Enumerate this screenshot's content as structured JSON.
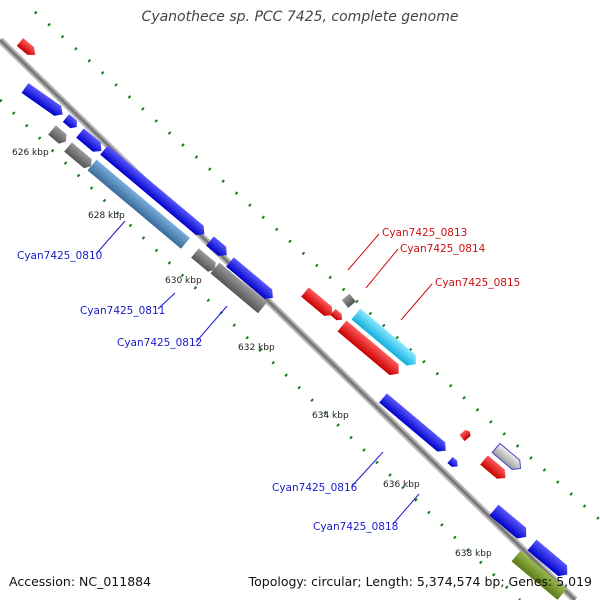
{
  "title": "Cyanothece sp. PCC 7425, complete genome",
  "footer": {
    "accession": "Accession: NC_011884",
    "summary": "Topology: circular; Length: 5,374,574 bp; Genes: 5,019"
  },
  "kbp_labels": [
    "626 kbp",
    "628 kbp",
    "630 kbp",
    "632 kbp",
    "634 kbp",
    "636 kbp",
    "638 kbp"
  ],
  "gene_labels": [
    {
      "text": "Cyan7425_0810",
      "color": "#1a1acc"
    },
    {
      "text": "Cyan7425_0811",
      "color": "#1a1acc"
    },
    {
      "text": "Cyan7425_0812",
      "color": "#1a1acc"
    },
    {
      "text": "Cyan7425_0813",
      "color": "#cc1111"
    },
    {
      "text": "Cyan7425_0814",
      "color": "#cc1111"
    },
    {
      "text": "Cyan7425_0815",
      "color": "#cc1111"
    },
    {
      "text": "Cyan7425_0816",
      "color": "#1a1acc"
    },
    {
      "text": "Cyan7425_0818",
      "color": "#1a1acc"
    }
  ],
  "colors": {
    "backbone": "#8a8a8a",
    "forward_gene": "#0000ee",
    "reverse_gene": "#ee0000",
    "gray_gene": "#6a6a6a",
    "steelblue_gene": "#4a7fb0",
    "cyan_gene": "#22c4ee",
    "olive_gene": "#6b8e23",
    "tick": "#1a7a1a"
  }
}
